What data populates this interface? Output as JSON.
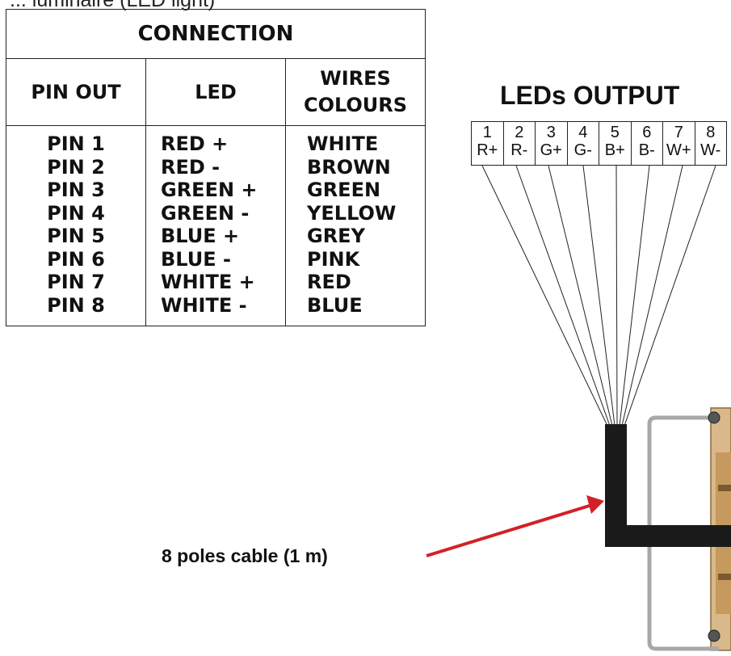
{
  "header_text": "... luminaire (LED light)",
  "connection_table": {
    "title": "CONNECTION",
    "headers": {
      "pin_out": "PIN OUT",
      "led": "LED",
      "wires_line1": "WIRES",
      "wires_line2": "COLOURS"
    },
    "rows": [
      {
        "pin": "PIN 1",
        "led": "RED +",
        "wire": "WHITE"
      },
      {
        "pin": "PIN 2",
        "led": "RED -",
        "wire": "BROWN"
      },
      {
        "pin": "PIN 3",
        "led": "GREEN +",
        "wire": "GREEN"
      },
      {
        "pin": "PIN 4",
        "led": "GREEN -",
        "wire": "YELLOW"
      },
      {
        "pin": "PIN 5",
        "led": "BLUE +",
        "wire": "GREY"
      },
      {
        "pin": "PIN 6",
        "led": "BLUE -",
        "wire": "PINK"
      },
      {
        "pin": "PIN 7",
        "led": "WHITE +",
        "wire": "RED"
      },
      {
        "pin": "PIN 8",
        "led": "WHITE -",
        "wire": "BLUE"
      }
    ]
  },
  "leds_output": {
    "title": "LEDs OUTPUT",
    "terminals": [
      {
        "num": "1",
        "label": "R+"
      },
      {
        "num": "2",
        "label": "R-"
      },
      {
        "num": "3",
        "label": "G+"
      },
      {
        "num": "4",
        "label": "G-"
      },
      {
        "num": "5",
        "label": "B+"
      },
      {
        "num": "6",
        "label": "B-"
      },
      {
        "num": "7",
        "label": "W+"
      },
      {
        "num": "8",
        "label": "W-"
      }
    ]
  },
  "cable_label": "8 poles cable (1 m)",
  "colors": {
    "arrow": "#d32027",
    "cable": "#1a1a1a",
    "bracket": "#a8a8a8",
    "housing": "#c9a06a"
  }
}
